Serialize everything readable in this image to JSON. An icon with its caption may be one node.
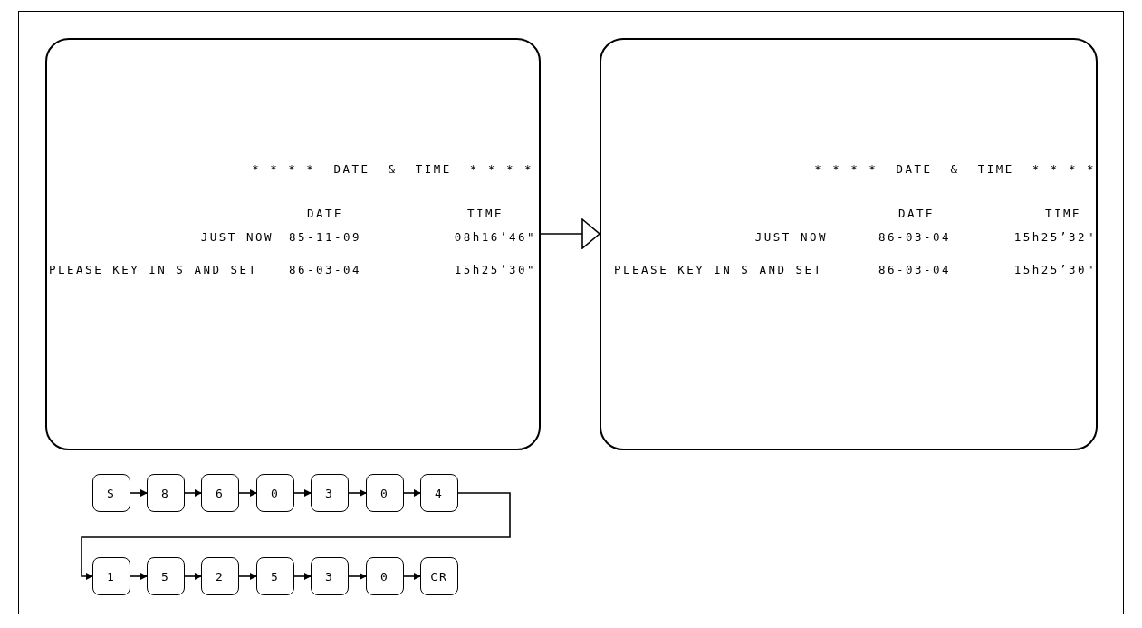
{
  "diagram": {
    "nodes": [
      {
        "text": [
          "* * * *  DATE  &  TIME  * * * *",
          "DATE",
          "TIME",
          "JUST NOW",
          "85-11-09",
          "08h16’46\"",
          "PLEASE KEY IN S AND SET",
          "86-03-04",
          "15h25’30\""
        ]
      },
      {
        "text": [
          "* * * *  DATE  &  TIME  * * * *",
          "DATE",
          "TIME",
          "JUST NOW",
          "86-03-04",
          "15h25’32\"",
          "PLEASE KEY IN S AND SET",
          "86-03-04",
          "15h25’30\""
        ]
      },
      {
        "text": [
          "S"
        ]
      },
      {
        "text": [
          "8"
        ]
      },
      {
        "text": [
          "6"
        ]
      },
      {
        "text": [
          "0"
        ]
      },
      {
        "text": [
          "3"
        ]
      },
      {
        "text": [
          "0"
        ]
      },
      {
        "text": [
          "4"
        ]
      },
      {
        "text": [
          "1"
        ]
      },
      {
        "text": [
          "5"
        ]
      },
      {
        "text": [
          "2"
        ]
      },
      {
        "text": [
          "5"
        ]
      },
      {
        "text": [
          "3"
        ]
      },
      {
        "text": [
          "0"
        ]
      },
      {
        "text": [
          "CR"
        ]
      }
    ],
    "edges": [
      {
        "from": 0,
        "to": 1,
        "arrow": "to"
      },
      {
        "from": 2,
        "to": 3,
        "arrow": "to"
      },
      {
        "from": 3,
        "to": 4,
        "arrow": "to"
      },
      {
        "from": 4,
        "to": 5,
        "arrow": "to"
      },
      {
        "from": 5,
        "to": 6,
        "arrow": "to"
      },
      {
        "from": 6,
        "to": 7,
        "arrow": "to"
      },
      {
        "from": 7,
        "to": 8,
        "arrow": "to"
      },
      {
        "from": 8,
        "to": 9,
        "arrow": "to"
      },
      {
        "from": 9,
        "to": 10,
        "arrow": "to"
      },
      {
        "from": 10,
        "to": 11,
        "arrow": "to"
      },
      {
        "from": 11,
        "to": 12,
        "arrow": "to"
      },
      {
        "from": 12,
        "to": 13,
        "arrow": "to"
      },
      {
        "from": 13,
        "to": 14,
        "arrow": "to"
      },
      {
        "from": 14,
        "to": 15,
        "arrow": "to"
      }
    ]
  }
}
